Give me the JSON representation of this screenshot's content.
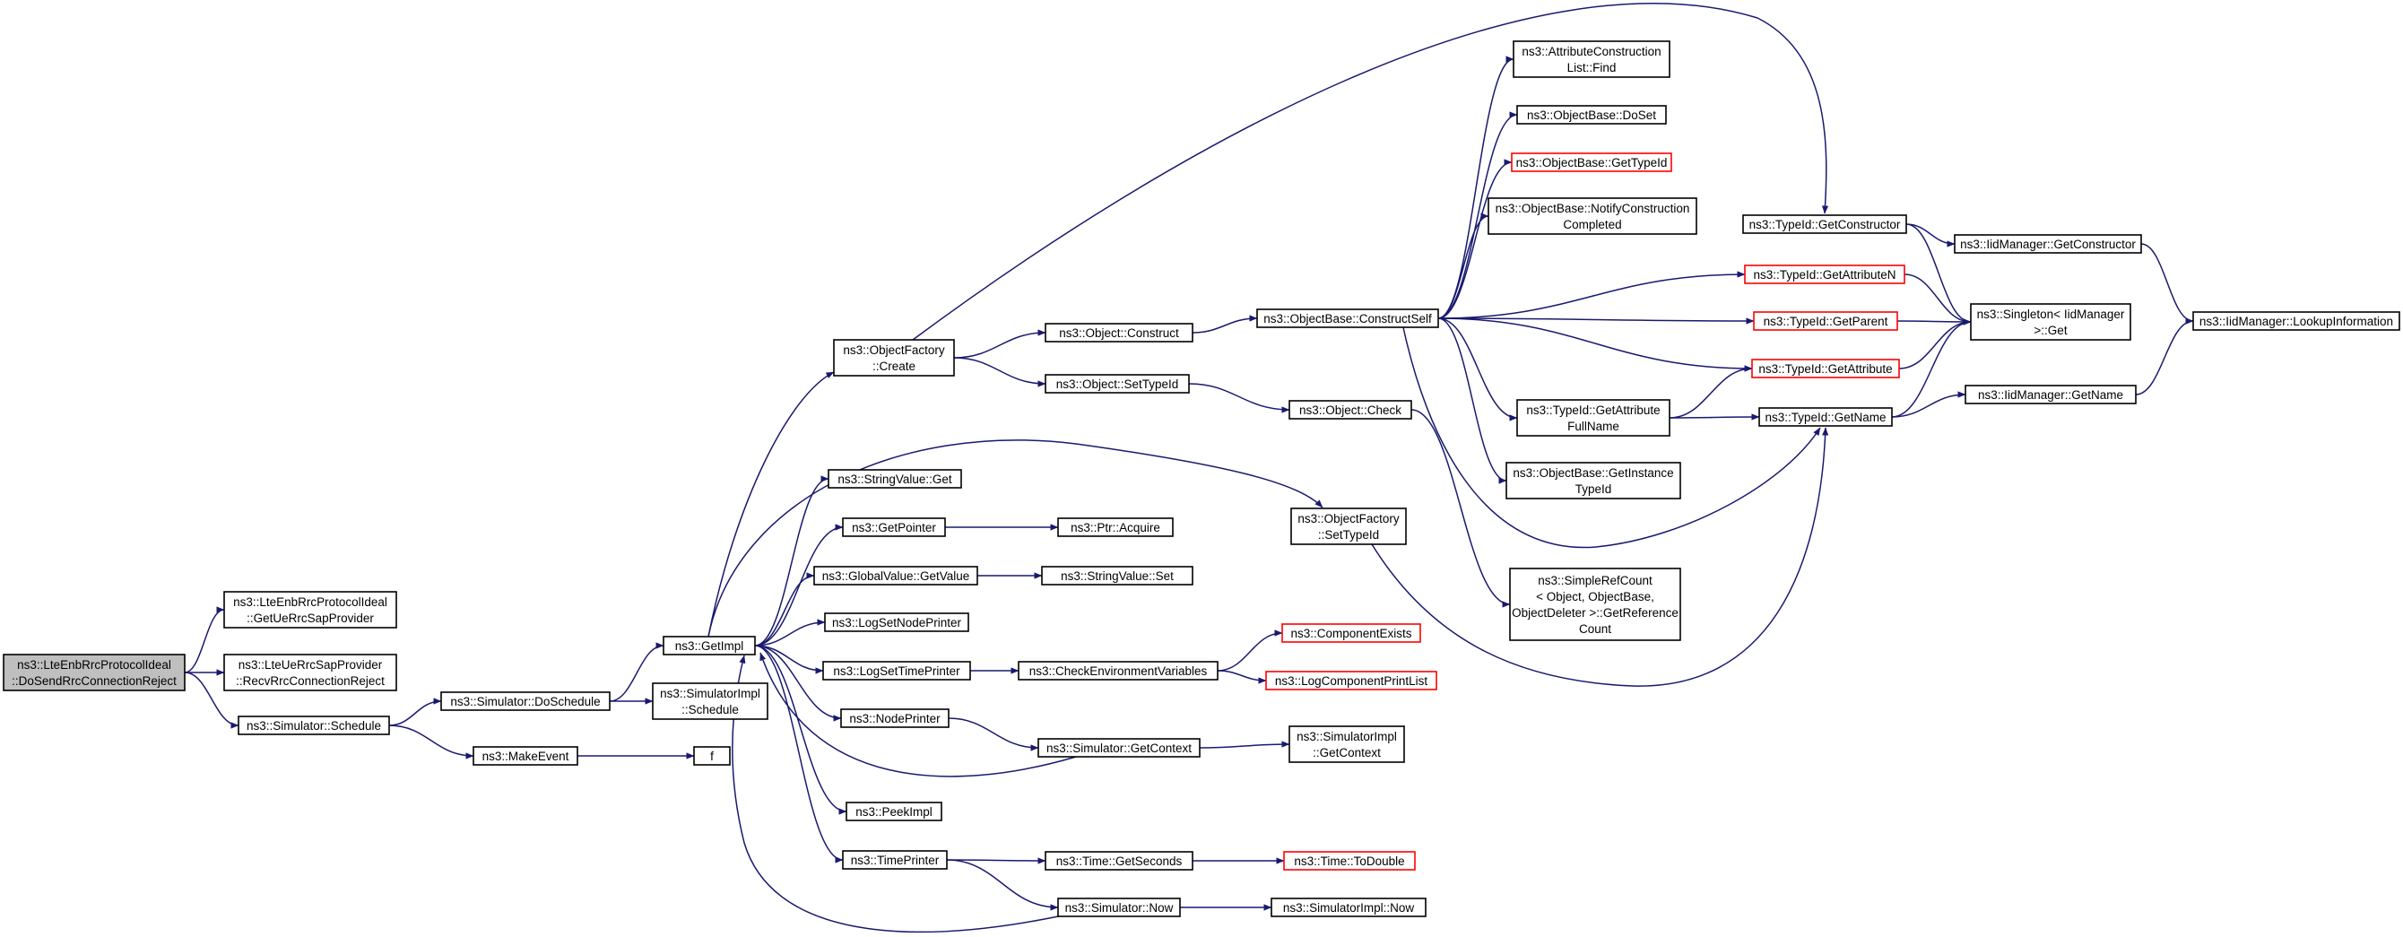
{
  "diagram": {
    "edge_color": "#191970",
    "root_fill": "#bfbfbf",
    "external_border_color": "#ff0000",
    "nodes": [
      {
        "id": "root",
        "lines": [
          "ns3::LteEnbRrcProtocolIdeal",
          "::DoSendRrcConnectionReject"
        ],
        "style": "root"
      },
      {
        "id": "getuerrc",
        "lines": [
          "ns3::LteEnbRrcProtocolIdeal",
          "::GetUeRrcSapProvider"
        ],
        "style": "normal"
      },
      {
        "id": "recvrrc",
        "lines": [
          "ns3::LteUeRrcSapProvider",
          "::RecvRrcConnectionReject"
        ],
        "style": "normal"
      },
      {
        "id": "schedule",
        "lines": [
          "ns3::Simulator::Schedule"
        ],
        "style": "normal"
      },
      {
        "id": "doschedule",
        "lines": [
          "ns3::Simulator::DoSchedule"
        ],
        "style": "normal"
      },
      {
        "id": "makeevent",
        "lines": [
          "ns3::MakeEvent"
        ],
        "style": "normal"
      },
      {
        "id": "getimpl",
        "lines": [
          "ns3::GetImpl"
        ],
        "style": "normal"
      },
      {
        "id": "simimplschedule",
        "lines": [
          "ns3::SimulatorImpl",
          "::Schedule"
        ],
        "style": "normal"
      },
      {
        "id": "f",
        "lines": [
          "f"
        ],
        "style": "normal"
      },
      {
        "id": "ofcreate",
        "lines": [
          "ns3::ObjectFactory",
          "::Create"
        ],
        "style": "normal"
      },
      {
        "id": "strget",
        "lines": [
          "ns3::StringValue::Get"
        ],
        "style": "normal"
      },
      {
        "id": "getpointer",
        "lines": [
          "ns3::GetPointer"
        ],
        "style": "normal"
      },
      {
        "id": "gvgetvalue",
        "lines": [
          "ns3::GlobalValue::GetValue"
        ],
        "style": "normal"
      },
      {
        "id": "logsetnode",
        "lines": [
          "ns3::LogSetNodePrinter"
        ],
        "style": "normal"
      },
      {
        "id": "logsettime",
        "lines": [
          "ns3::LogSetTimePrinter"
        ],
        "style": "normal"
      },
      {
        "id": "nodeprinter",
        "lines": [
          "ns3::NodePrinter"
        ],
        "style": "normal"
      },
      {
        "id": "peekimpl",
        "lines": [
          "ns3::PeekImpl"
        ],
        "style": "normal"
      },
      {
        "id": "timeprinter",
        "lines": [
          "ns3::TimePrinter"
        ],
        "style": "normal"
      },
      {
        "id": "objconstruct",
        "lines": [
          "ns3::Object::Construct"
        ],
        "style": "normal"
      },
      {
        "id": "objsettypeid",
        "lines": [
          "ns3::Object::SetTypeId"
        ],
        "style": "normal"
      },
      {
        "id": "ptracquire",
        "lines": [
          "ns3::Ptr::Acquire"
        ],
        "style": "normal"
      },
      {
        "id": "strset",
        "lines": [
          "ns3::StringValue::Set"
        ],
        "style": "normal"
      },
      {
        "id": "checkenv",
        "lines": [
          "ns3::CheckEnvironmentVariables"
        ],
        "style": "normal"
      },
      {
        "id": "simgetcontext",
        "lines": [
          "ns3::Simulator::GetContext"
        ],
        "style": "normal"
      },
      {
        "id": "timegetseconds",
        "lines": [
          "ns3::Time::GetSeconds"
        ],
        "style": "normal"
      },
      {
        "id": "simnow",
        "lines": [
          "ns3::Simulator::Now"
        ],
        "style": "normal"
      },
      {
        "id": "obconstructself",
        "lines": [
          "ns3::ObjectBase::ConstructSelf"
        ],
        "style": "normal"
      },
      {
        "id": "objcheck",
        "lines": [
          "ns3::Object::Check"
        ],
        "style": "normal"
      },
      {
        "id": "ofsettypeid",
        "lines": [
          "ns3::ObjectFactory",
          "::SetTypeId"
        ],
        "style": "normal"
      },
      {
        "id": "compexists",
        "lines": [
          "ns3::ComponentExists"
        ],
        "style": "external"
      },
      {
        "id": "logcompprint",
        "lines": [
          "ns3::LogComponentPrintList"
        ],
        "style": "external"
      },
      {
        "id": "simimplgetcontext",
        "lines": [
          "ns3::SimulatorImpl",
          "::GetContext"
        ],
        "style": "normal"
      },
      {
        "id": "timetodouble",
        "lines": [
          "ns3::Time::ToDouble"
        ],
        "style": "external"
      },
      {
        "id": "simimplnow",
        "lines": [
          "ns3::SimulatorImpl::Now"
        ],
        "style": "normal"
      },
      {
        "id": "acfind",
        "lines": [
          "ns3::AttributeConstruction",
          "List::Find"
        ],
        "style": "normal"
      },
      {
        "id": "obdoset",
        "lines": [
          "ns3::ObjectBase::DoSet"
        ],
        "style": "normal"
      },
      {
        "id": "obgettypeid",
        "lines": [
          "ns3::ObjectBase::GetTypeId"
        ],
        "style": "external"
      },
      {
        "id": "obnotify",
        "lines": [
          "ns3::ObjectBase::NotifyConstruction",
          "Completed"
        ],
        "style": "normal"
      },
      {
        "id": "tidgetattrfull",
        "lines": [
          "ns3::TypeId::GetAttribute",
          "FullName"
        ],
        "style": "normal"
      },
      {
        "id": "obgetinstance",
        "lines": [
          "ns3::ObjectBase::GetInstance",
          "TypeId"
        ],
        "style": "normal"
      },
      {
        "id": "simplerefcount",
        "lines": [
          "ns3::SimpleRefCount",
          "< Object, ObjectBase,",
          "ObjectDeleter >::GetReference",
          "Count"
        ],
        "style": "normal"
      },
      {
        "id": "tidgetconstructor",
        "lines": [
          "ns3::TypeId::GetConstructor"
        ],
        "style": "normal"
      },
      {
        "id": "tidgetattrn",
        "lines": [
          "ns3::TypeId::GetAttributeN"
        ],
        "style": "external"
      },
      {
        "id": "tidgetparent",
        "lines": [
          "ns3::TypeId::GetParent"
        ],
        "style": "external"
      },
      {
        "id": "tidgetattr",
        "lines": [
          "ns3::TypeId::GetAttribute"
        ],
        "style": "external"
      },
      {
        "id": "tidgetname",
        "lines": [
          "ns3::TypeId::GetName"
        ],
        "style": "normal"
      },
      {
        "id": "iidgetconstructor",
        "lines": [
          "ns3::IidManager::GetConstructor"
        ],
        "style": "normal"
      },
      {
        "id": "singletonget",
        "lines": [
          "ns3::Singleton< IidManager",
          " >::Get"
        ],
        "style": "normal"
      },
      {
        "id": "iidgetname",
        "lines": [
          "ns3::IidManager::GetName"
        ],
        "style": "normal"
      },
      {
        "id": "iidlookup",
        "lines": [
          "ns3::IidManager::LookupInformation"
        ],
        "style": "normal"
      }
    ],
    "edges": [
      [
        "root",
        "getuerrc"
      ],
      [
        "root",
        "recvrrc"
      ],
      [
        "root",
        "schedule"
      ],
      [
        "schedule",
        "doschedule"
      ],
      [
        "schedule",
        "makeevent"
      ],
      [
        "doschedule",
        "getimpl"
      ],
      [
        "doschedule",
        "simimplschedule"
      ],
      [
        "makeevent",
        "f"
      ],
      [
        "getimpl",
        "ofcreate"
      ],
      [
        "getimpl",
        "ofsettypeid"
      ],
      [
        "getimpl",
        "strget"
      ],
      [
        "getimpl",
        "getpointer"
      ],
      [
        "getimpl",
        "gvgetvalue"
      ],
      [
        "getimpl",
        "logsetnode"
      ],
      [
        "getimpl",
        "logsettime"
      ],
      [
        "getimpl",
        "nodeprinter"
      ],
      [
        "getimpl",
        "peekimpl"
      ],
      [
        "getimpl",
        "timeprinter"
      ],
      [
        "ofcreate",
        "tidgetconstructor"
      ],
      [
        "ofcreate",
        "objconstruct"
      ],
      [
        "ofcreate",
        "objsettypeid"
      ],
      [
        "objconstruct",
        "obconstructself"
      ],
      [
        "objsettypeid",
        "objcheck"
      ],
      [
        "getpointer",
        "ptracquire"
      ],
      [
        "gvgetvalue",
        "strset"
      ],
      [
        "logsettime",
        "checkenv"
      ],
      [
        "checkenv",
        "compexists"
      ],
      [
        "checkenv",
        "logcompprint"
      ],
      [
        "nodeprinter",
        "simgetcontext"
      ],
      [
        "simgetcontext",
        "getimpl"
      ],
      [
        "simgetcontext",
        "simimplgetcontext"
      ],
      [
        "timeprinter",
        "timegetseconds"
      ],
      [
        "timeprinter",
        "simnow"
      ],
      [
        "timegetseconds",
        "timetodouble"
      ],
      [
        "simnow",
        "getimpl"
      ],
      [
        "simnow",
        "simimplnow"
      ],
      [
        "obconstructself",
        "acfind"
      ],
      [
        "obconstructself",
        "obdoset"
      ],
      [
        "obconstructself",
        "obgettypeid"
      ],
      [
        "obconstructself",
        "obnotify"
      ],
      [
        "obconstructself",
        "tidgetattrn"
      ],
      [
        "obconstructself",
        "tidgetparent"
      ],
      [
        "obconstructself",
        "tidgetattr"
      ],
      [
        "obconstructself",
        "tidgetattrfull"
      ],
      [
        "obconstructself",
        "obgetinstance"
      ],
      [
        "obconstructself",
        "tidgetname"
      ],
      [
        "objcheck",
        "simplerefcount"
      ],
      [
        "ofsettypeid",
        "tidgetname"
      ],
      [
        "tidgetattrfull",
        "tidgetattr"
      ],
      [
        "tidgetattrfull",
        "tidgetname"
      ],
      [
        "tidgetconstructor",
        "iidgetconstructor"
      ],
      [
        "tidgetconstructor",
        "singletonget"
      ],
      [
        "tidgetattrn",
        "singletonget"
      ],
      [
        "tidgetparent",
        "singletonget"
      ],
      [
        "tidgetattr",
        "singletonget"
      ],
      [
        "tidgetname",
        "singletonget"
      ],
      [
        "tidgetname",
        "iidgetname"
      ],
      [
        "iidgetconstructor",
        "iidlookup"
      ],
      [
        "iidgetname",
        "iidlookup"
      ]
    ]
  }
}
